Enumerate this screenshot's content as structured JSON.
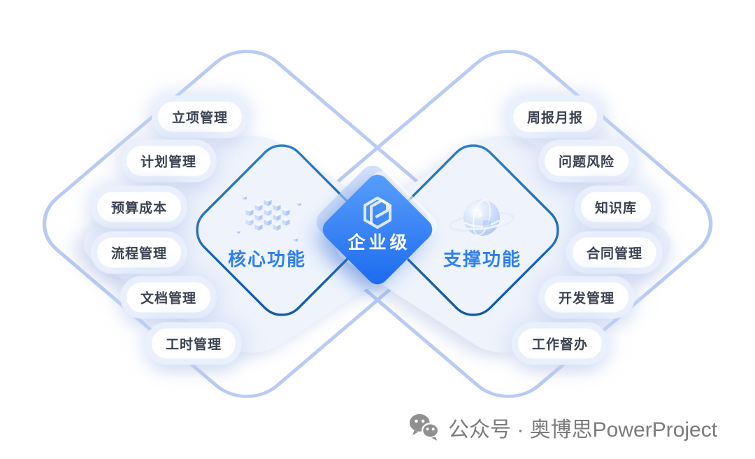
{
  "diagram": {
    "center": {
      "label": "企业级",
      "logo_icon": "powerproject-cube-logo",
      "gradient_start": "#5aa0fb",
      "gradient_end": "#1b69ef"
    },
    "left": {
      "title": "核心功能",
      "icon": "cubes-cluster-icon",
      "pills": [
        "立项管理",
        "计划管理",
        "预算成本",
        "流程管理",
        "文档管理",
        "工时管理"
      ]
    },
    "right": {
      "title": "支撑功能",
      "icon": "globe-icon",
      "pills": [
        "周报月报",
        "问题风险",
        "知识库",
        "合同管理",
        "开发管理",
        "工作督办"
      ]
    }
  },
  "footer": {
    "icon": "wechat-icon",
    "text": "公众号 · 奥博思PowerProject"
  },
  "colors": {
    "outer_outline": "#b7cbf5",
    "inner_outline_start": "#2c80c8",
    "inner_outline_end": "#0f57a5",
    "panel_fill": "#eef3fc",
    "title_blue": "#2e7ff0",
    "pill_text": "#3a4150",
    "footer_gray": "#7b7b7b"
  }
}
